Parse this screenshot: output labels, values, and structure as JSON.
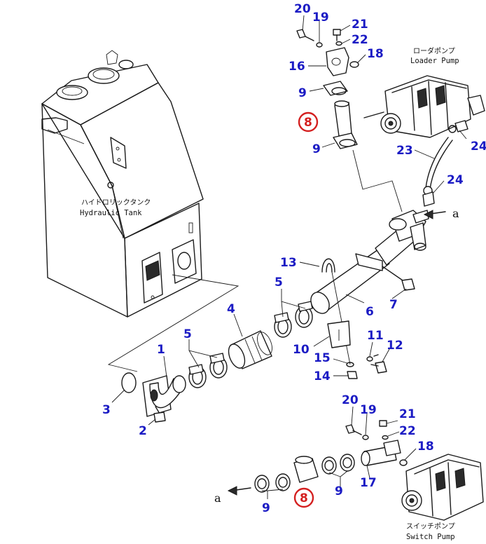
{
  "labels": {
    "loader_pump_jp": "ローダポンプ",
    "loader_pump_en": "Loader Pump",
    "hydraulic_tank_jp": "ハイドロリックタンク",
    "hydraulic_tank_en": "Hydraulic Tank",
    "switch_pump_jp": "スイッチポンプ",
    "switch_pump_en": "Switch Pump",
    "arrow_a_top": "a",
    "arrow_a_bottom": "a"
  },
  "callouts": {
    "c20_top": "20",
    "c19_top": "19",
    "c21_top": "21",
    "c22_top": "22",
    "c18_top": "18",
    "c16": "16",
    "c9_a": "9",
    "c8_top": "8",
    "c9_b": "9",
    "c23": "23",
    "c24_a": "24",
    "c24_b": "24",
    "c13": "13",
    "c5_a": "5",
    "c6": "6",
    "c7": "7",
    "c4": "4",
    "c1": "1",
    "c5_b": "5",
    "c10": "10",
    "c11": "11",
    "c12": "12",
    "c15": "15",
    "c14": "14",
    "c3": "3",
    "c2": "2",
    "c20_bot": "20",
    "c19_bot": "19",
    "c21_bot": "21",
    "c22_bot": "22",
    "c18_bot": "18",
    "c9_c": "9",
    "c9_d": "9",
    "c17": "17",
    "c8_bot": "8"
  },
  "colors": {
    "callout": "#1b1bc4",
    "highlight": "#d42020",
    "line": "#1a1a1a",
    "background": "#ffffff"
  }
}
